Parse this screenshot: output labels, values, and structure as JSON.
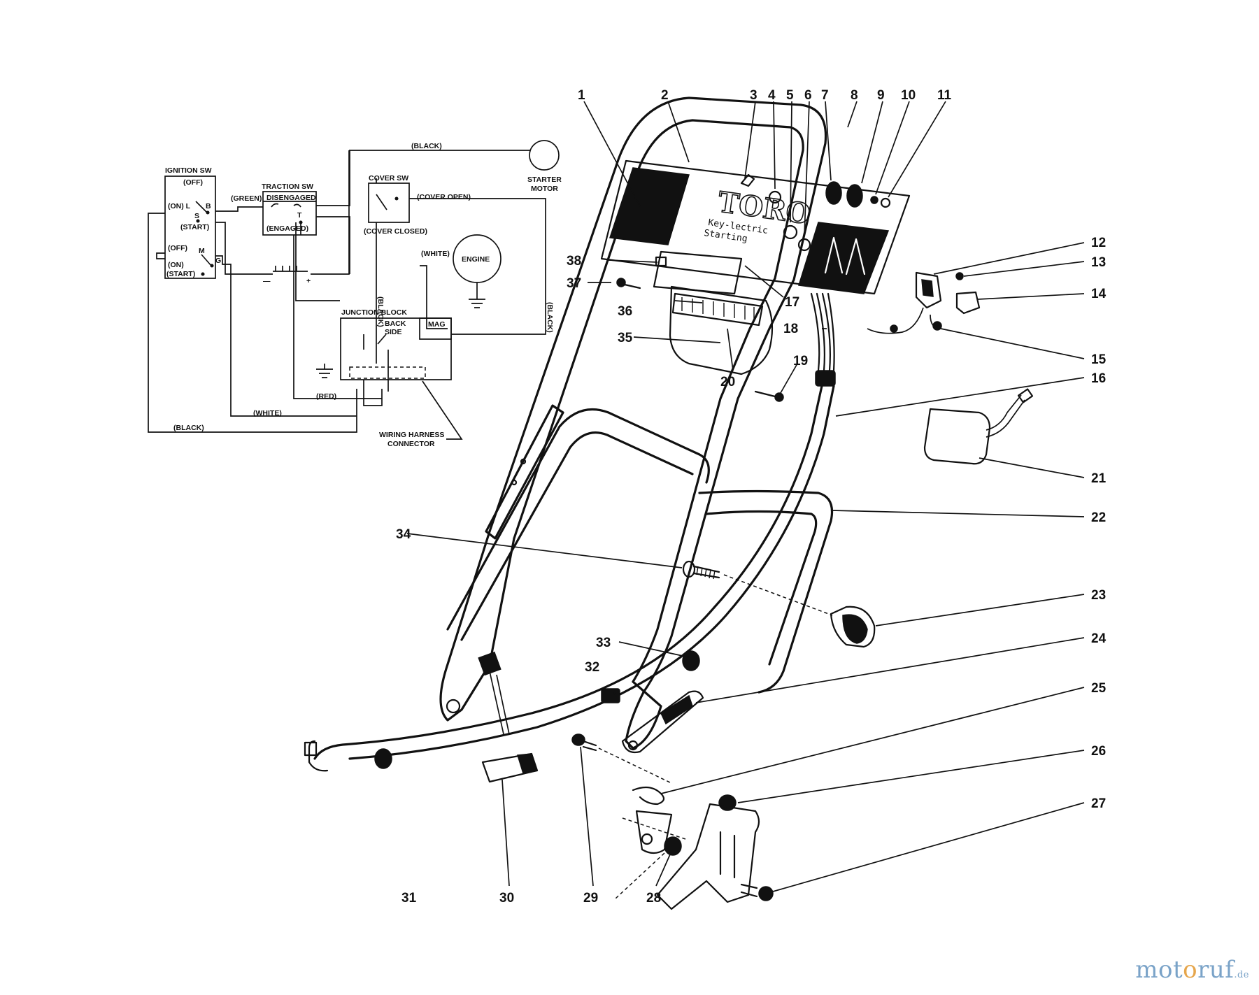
{
  "wiring": {
    "ignition_sw": "IGNITION SW",
    "off1": "(OFF)",
    "on_l": "(ON) L",
    "b": "B",
    "s": "S",
    "start1": "(START)",
    "off2": "(OFF)",
    "m": "M",
    "on2": "(ON)",
    "g": "G",
    "start2": "(START)",
    "green": "(GREEN)",
    "traction_sw": "TRACTION SW",
    "disengaged": "DISENGAGED",
    "t": "T",
    "engaged": "(ENGAGED)",
    "cover_sw": "COVER SW",
    "cover_open": "(COVER OPEN)",
    "cover_closed": "(COVER CLOSED)",
    "black_top": "(BLACK)",
    "starter": "STARTER",
    "motor": "MOTOR",
    "white_engine": "(WHITE)",
    "engine": "ENGINE",
    "minus": "—",
    "plus": "+",
    "black_vert_left": "(BLACK)",
    "black_vert_right": "(BLACK)",
    "junction_block": "JUNCTION BLOCK",
    "back": "BACK",
    "side": "SIDE",
    "mag": "MAG",
    "red": "(RED)",
    "white_bottom": "(WHITE)",
    "black_bottom": "(BLACK)",
    "harness1": "WIRING HARNESS",
    "harness2": "CONNECTOR"
  },
  "panel": {
    "brand": "TORO",
    "line1": "Key-lectric",
    "line2": "Starting"
  },
  "callouts": [
    "1",
    "2",
    "3",
    "4",
    "5",
    "6",
    "7",
    "8",
    "9",
    "10",
    "11",
    "12",
    "13",
    "14",
    "15",
    "16",
    "17",
    "18",
    "19",
    "20",
    "21",
    "22",
    "23",
    "24",
    "25",
    "26",
    "27",
    "28",
    "29",
    "30",
    "31",
    "32",
    "33",
    "34",
    "35",
    "36",
    "37",
    "38"
  ],
  "watermark": {
    "part1": "mot",
    "part2": "o",
    "part3": "ruf",
    "tld": ".de"
  }
}
